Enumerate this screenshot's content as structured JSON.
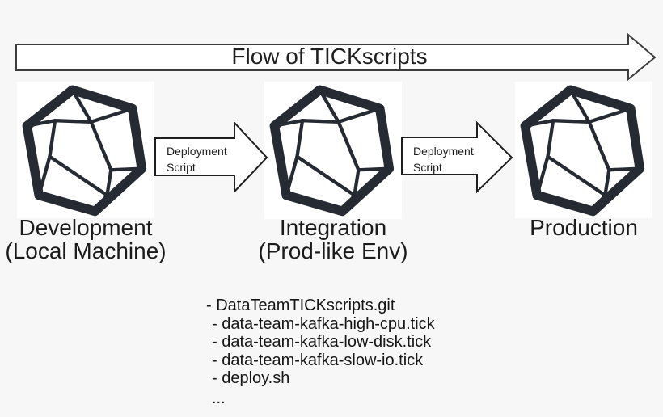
{
  "flow_arrow": {
    "label": "Flow of TICKscripts"
  },
  "nodes": [
    {
      "id": "development",
      "title": "Development",
      "subtitle": "(Local Machine)"
    },
    {
      "id": "integration",
      "title": "Integration",
      "subtitle": "(Prod-like Env)"
    },
    {
      "id": "production",
      "title": "Production",
      "subtitle": ""
    }
  ],
  "connectors": [
    {
      "label_lines": [
        "Deployment",
        "Script"
      ]
    },
    {
      "label_lines": [
        "Deployment",
        "Script"
      ]
    }
  ],
  "file_list": {
    "items": [
      "- DataTeamTICKscripts.git",
      "- data-team-kafka-high-cpu.tick",
      "- data-team-kafka-low-disk.tick",
      "- data-team-kafka-slow-io.tick",
      "- deploy.sh",
      "..."
    ]
  },
  "icons": {
    "node_icon": "kapacitor-dodecahedron-logo"
  },
  "colors": {
    "background": "#f7f7f7",
    "node_background": "#ffffff",
    "icon_stroke": "#252a33",
    "arrow_fill": "#ffffff",
    "arrow_stroke": "#2f2f2f",
    "text": "#1b1b1b"
  }
}
